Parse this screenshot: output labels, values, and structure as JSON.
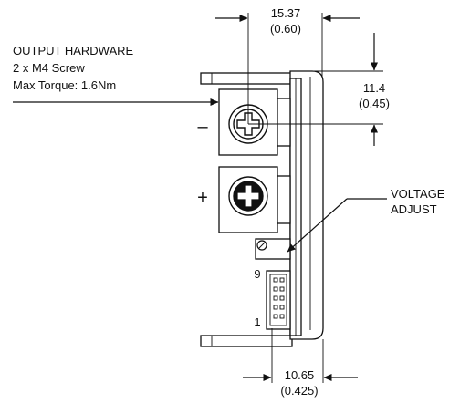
{
  "dimensions": {
    "top_width_mm": "15.37",
    "top_width_in": "(0.60)",
    "pitch_mm": "11.4",
    "pitch_in": "(0.45)",
    "bottom_width_mm": "10.65",
    "bottom_width_in": "(0.425)"
  },
  "callouts": {
    "output_hardware_line1": "OUTPUT HARDWARE",
    "output_hardware_line2": "2 x M4 Screw",
    "output_hardware_line3": "Max Torque: 1.6Nm",
    "voltage_adjust_line1": "VOLTAGE",
    "voltage_adjust_line2": "ADJUST"
  },
  "terminals": {
    "minus_label": "–",
    "plus_label": "+"
  },
  "connector": {
    "pin_top_label": "9",
    "pin_bottom_label": "1"
  },
  "colors": {
    "line": "#111111",
    "background": "#ffffff"
  }
}
